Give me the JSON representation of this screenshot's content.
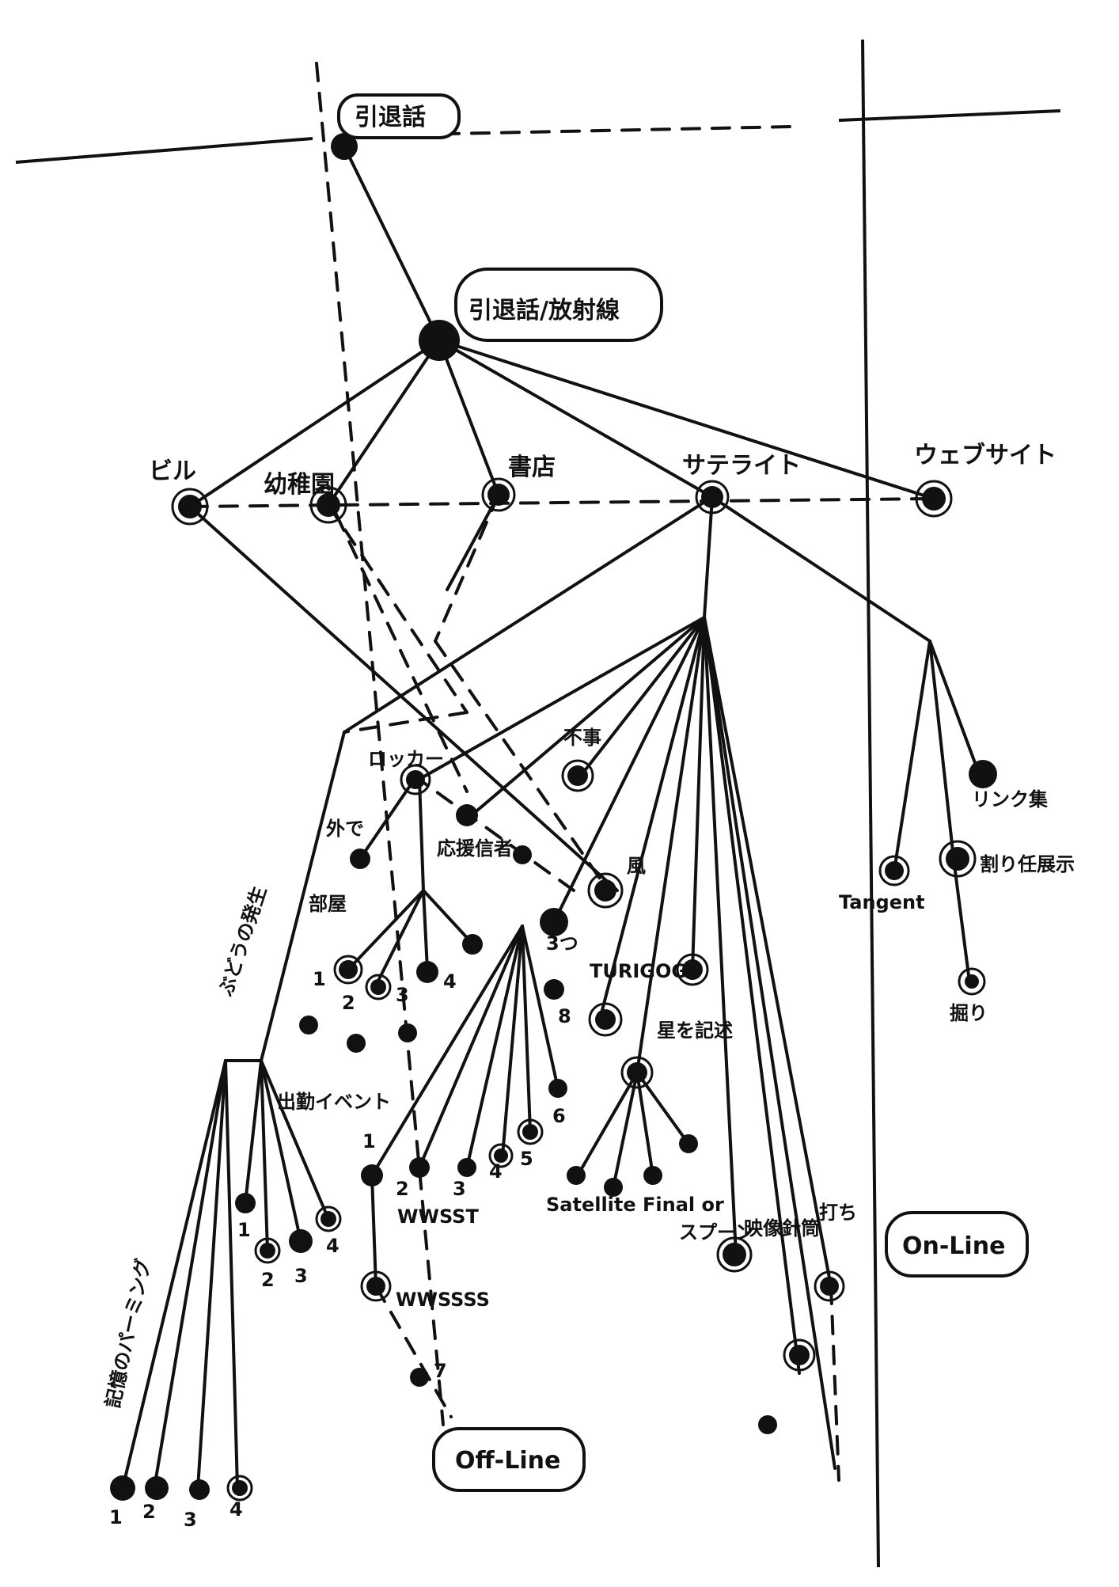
{
  "root": {
    "label": "引退話"
  },
  "hub": {
    "label": "引退話/放射線"
  },
  "top_nodes": {
    "building": "ビル",
    "kindergarten": "幼稚園",
    "bookstore": "書店",
    "satellite": "サテライト",
    "website": "ウェブサイト"
  },
  "satellite_children": {
    "rocker": "ロッカー",
    "outside": "外で",
    "weakness_path": "応援信者",
    "kaze": "風",
    "fuji": "不事",
    "room": "部屋",
    "turigogo": "TURIGOGO",
    "three": "3つ",
    "record": "星を記述",
    "satellite_final": "Satellite Final or",
    "wwsst": "WWSST",
    "wwssss": "WWSSSS",
    "surface": "スプーン",
    "video": "映像針筒",
    "beat": "打ち"
  },
  "left_branch": {
    "appearance": "ぶどうの発生",
    "event": "出勤イベント",
    "memories": "記憶のパーミング"
  },
  "website_children": {
    "link": "リンク集",
    "tangent": "Tangent",
    "display": "割り任展示",
    "cut": "掘り"
  },
  "counts": {
    "room": [
      "1",
      "2",
      "3",
      "4"
    ],
    "event": [
      "1",
      "2",
      "3",
      "4"
    ],
    "memories": [
      "1",
      "2",
      "3",
      "4"
    ],
    "fan": [
      "1",
      "2",
      "3",
      "4",
      "5",
      "6",
      "7",
      "8"
    ]
  },
  "tags": {
    "offline": "Off-Line",
    "online": "On-Line"
  }
}
